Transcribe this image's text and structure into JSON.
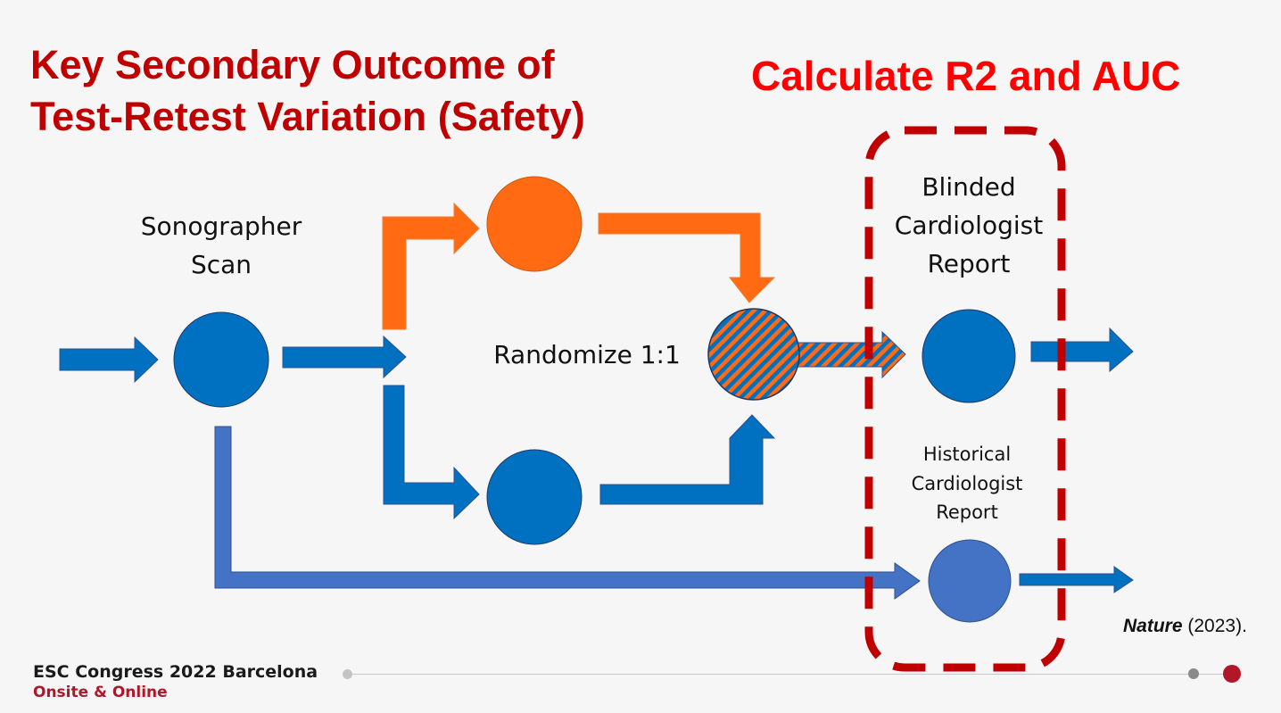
{
  "slide": {
    "title_lines": [
      "Key Secondary Outcome of",
      "Test-Retest Variation (Safety)"
    ],
    "right_title": "Calculate R2 and AUC"
  },
  "diagram": {
    "sonographer_label": [
      "Sonographer",
      "Scan"
    ],
    "randomize_label": "Randomize 1:1",
    "blinded_label": [
      "Blinded",
      "Cardiologist",
      "Report"
    ],
    "historical_label": [
      "Historical",
      "Cardiologist",
      "Report"
    ]
  },
  "colors": {
    "title_red": "#c00000",
    "accent_red": "#ff0000",
    "blue": "#0070c0",
    "light_blue": "#4472c4",
    "orange": "#ff6a13",
    "dashed_box": "#c00000"
  },
  "citation": {
    "journal": "Nature",
    "rest": " (2023)."
  },
  "footer": {
    "brand": "ESC Congress 2022 Barcelona",
    "sub": "Onsite & Online"
  }
}
